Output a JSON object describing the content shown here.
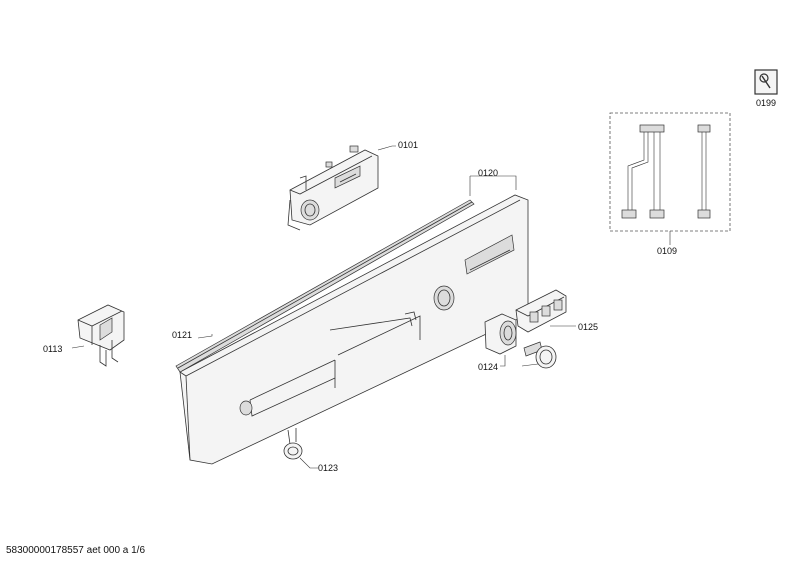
{
  "labels": {
    "p0101": "0101",
    "p0120": "0120",
    "p0121": "0121",
    "p0113": "0113",
    "p0109": "0109",
    "p0199": "0199",
    "p0125": "0125",
    "p0124": "0124",
    "p0123": "0123"
  },
  "footer": "58300000178557 aet 000 a 1/6",
  "icons": {
    "service": "service-wrench-icon"
  }
}
